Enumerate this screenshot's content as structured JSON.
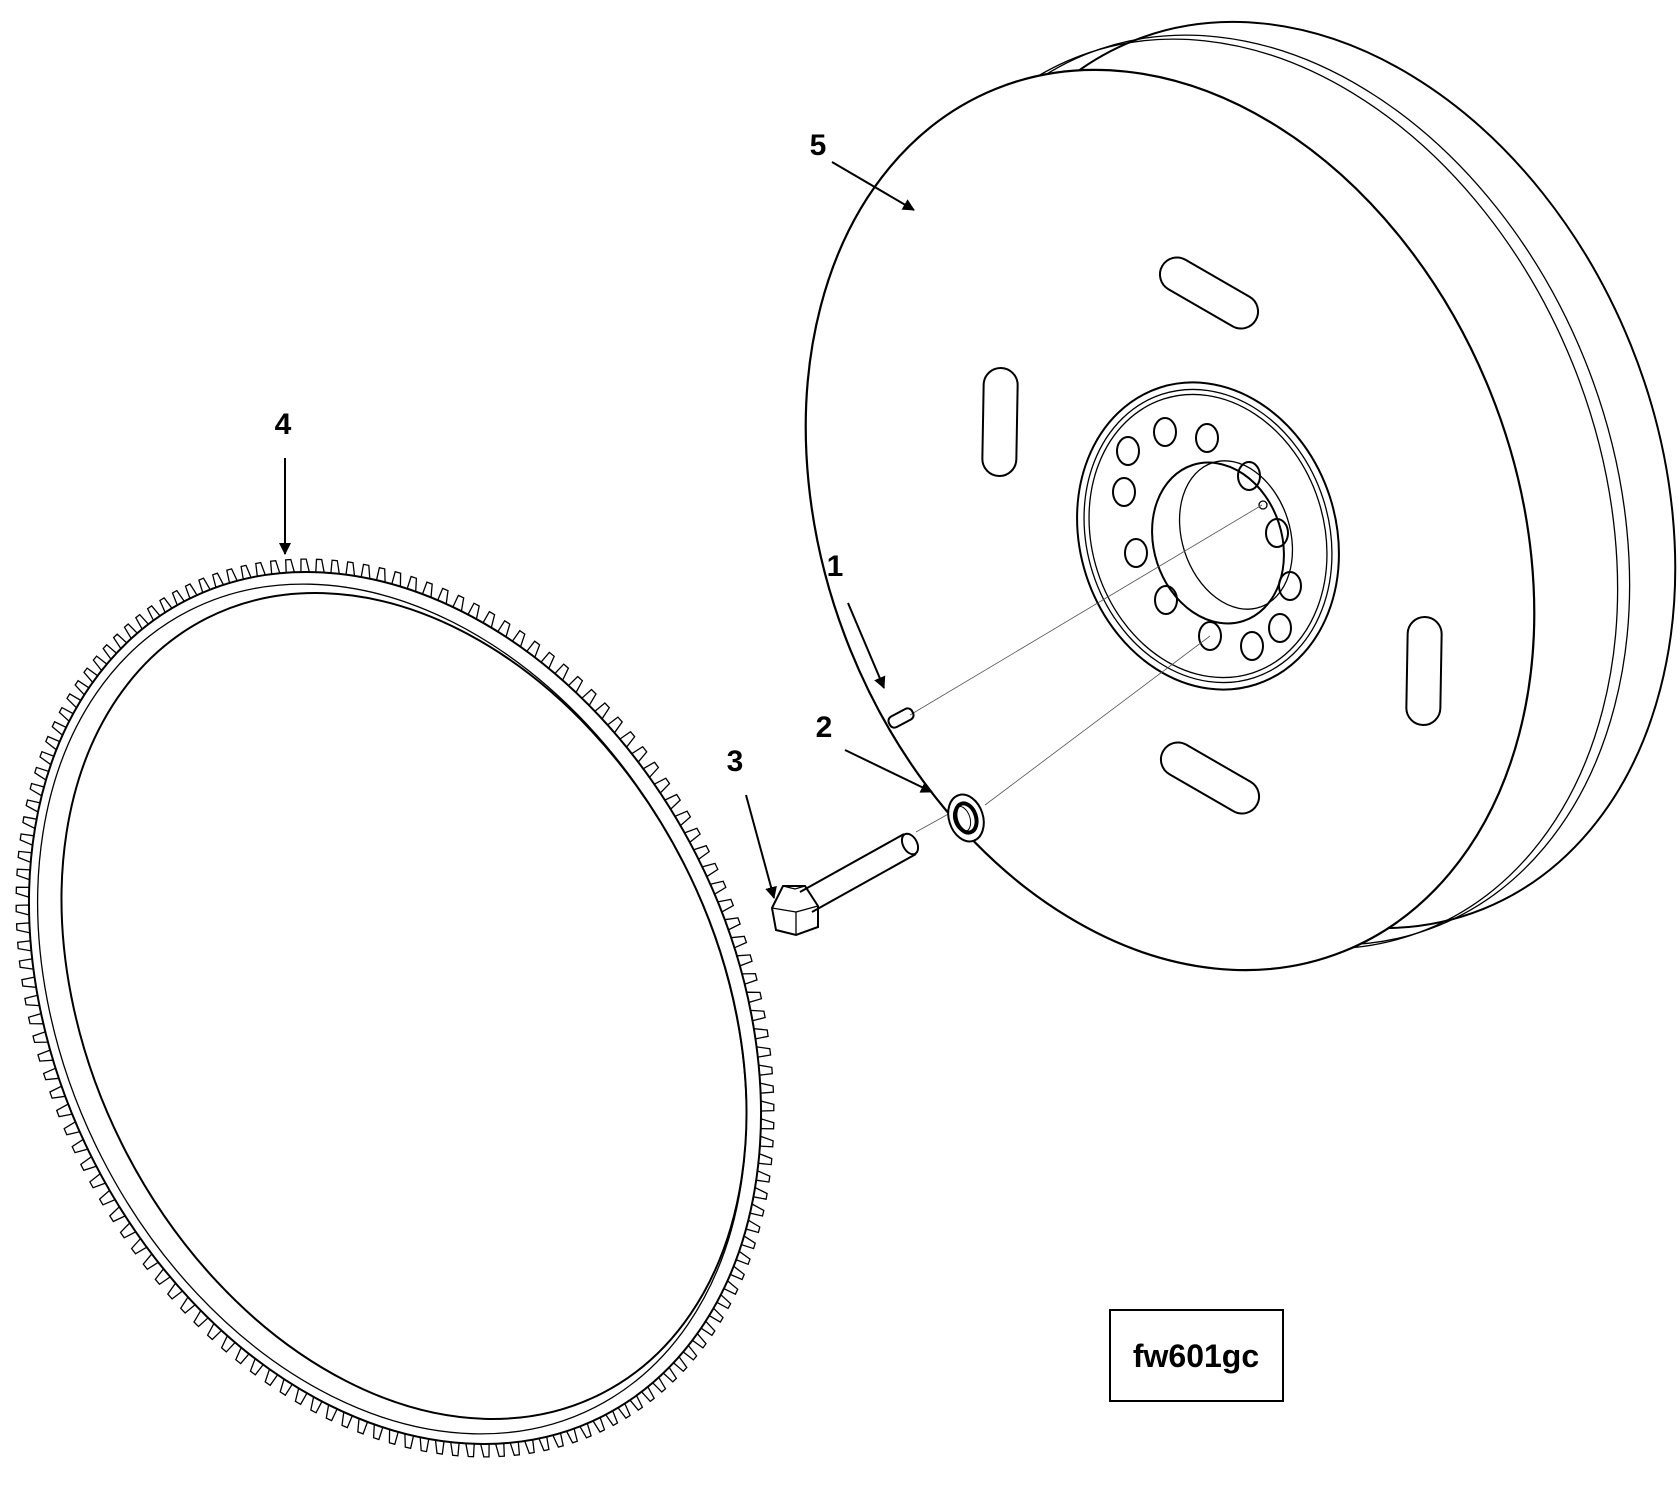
{
  "callouts": [
    {
      "id": "1",
      "label": "1"
    },
    {
      "id": "2",
      "label": "2"
    },
    {
      "id": "3",
      "label": "3"
    },
    {
      "id": "4",
      "label": "4"
    },
    {
      "id": "5",
      "label": "5"
    }
  ],
  "figure_id": "fw601gc",
  "icons": {
    "part_1": "dowel-pin-icon",
    "part_2": "washer-icon",
    "part_3": "hex-bolt-icon",
    "part_4": "ring-gear-icon",
    "part_5": "flywheel-icon"
  }
}
